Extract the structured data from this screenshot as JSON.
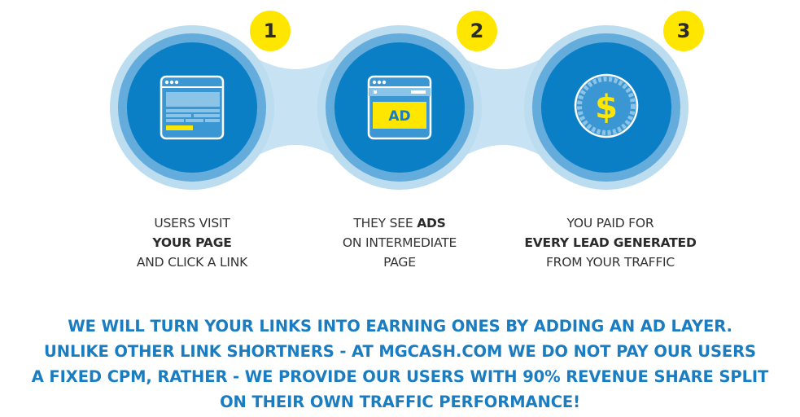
{
  "colors": {
    "outer_ring": "#bcdcf0",
    "middle_ring": "#64acdc",
    "inner_circle": "#0a7fc6",
    "connector": "#c6e2f3",
    "badge": "#ffe600",
    "tagline": "#1a7cc1",
    "step_text": "#333333"
  },
  "steps": [
    {
      "number": "1",
      "icon": "browser-page-icon",
      "line1": "USERS VISIT",
      "line2_bold": "YOUR PAGE",
      "line3": "AND CLICK A LINK"
    },
    {
      "number": "2",
      "icon": "browser-ad-icon",
      "icon_label": "AD",
      "line1_prefix": "THEY SEE ",
      "line1_bold": "ADS",
      "line2": "ON INTERMEDIATE",
      "line3": "PAGE"
    },
    {
      "number": "3",
      "icon": "dollar-coin-icon",
      "icon_label": "$",
      "line1": "YOU PAID FOR",
      "line2_bold": "EVERY LEAD GENERATED",
      "line3": "FROM YOUR TRAFFIC"
    }
  ],
  "tagline": {
    "lines": [
      "WE WILL TURN YOUR LINKS INTO EARNING ONES BY ADDING AN AD LAYER.",
      "UNLIKE OTHER LINK SHORTNERS - AT MGCASH.COM WE DO NOT PAY OUR USERS",
      "A FIXED CPM, RATHER - WE PROVIDE OUR USERS WITH 90% REVENUE SHARE SPLIT",
      "ON THEIR OWN TRAFFIC PERFORMANCE!"
    ]
  }
}
